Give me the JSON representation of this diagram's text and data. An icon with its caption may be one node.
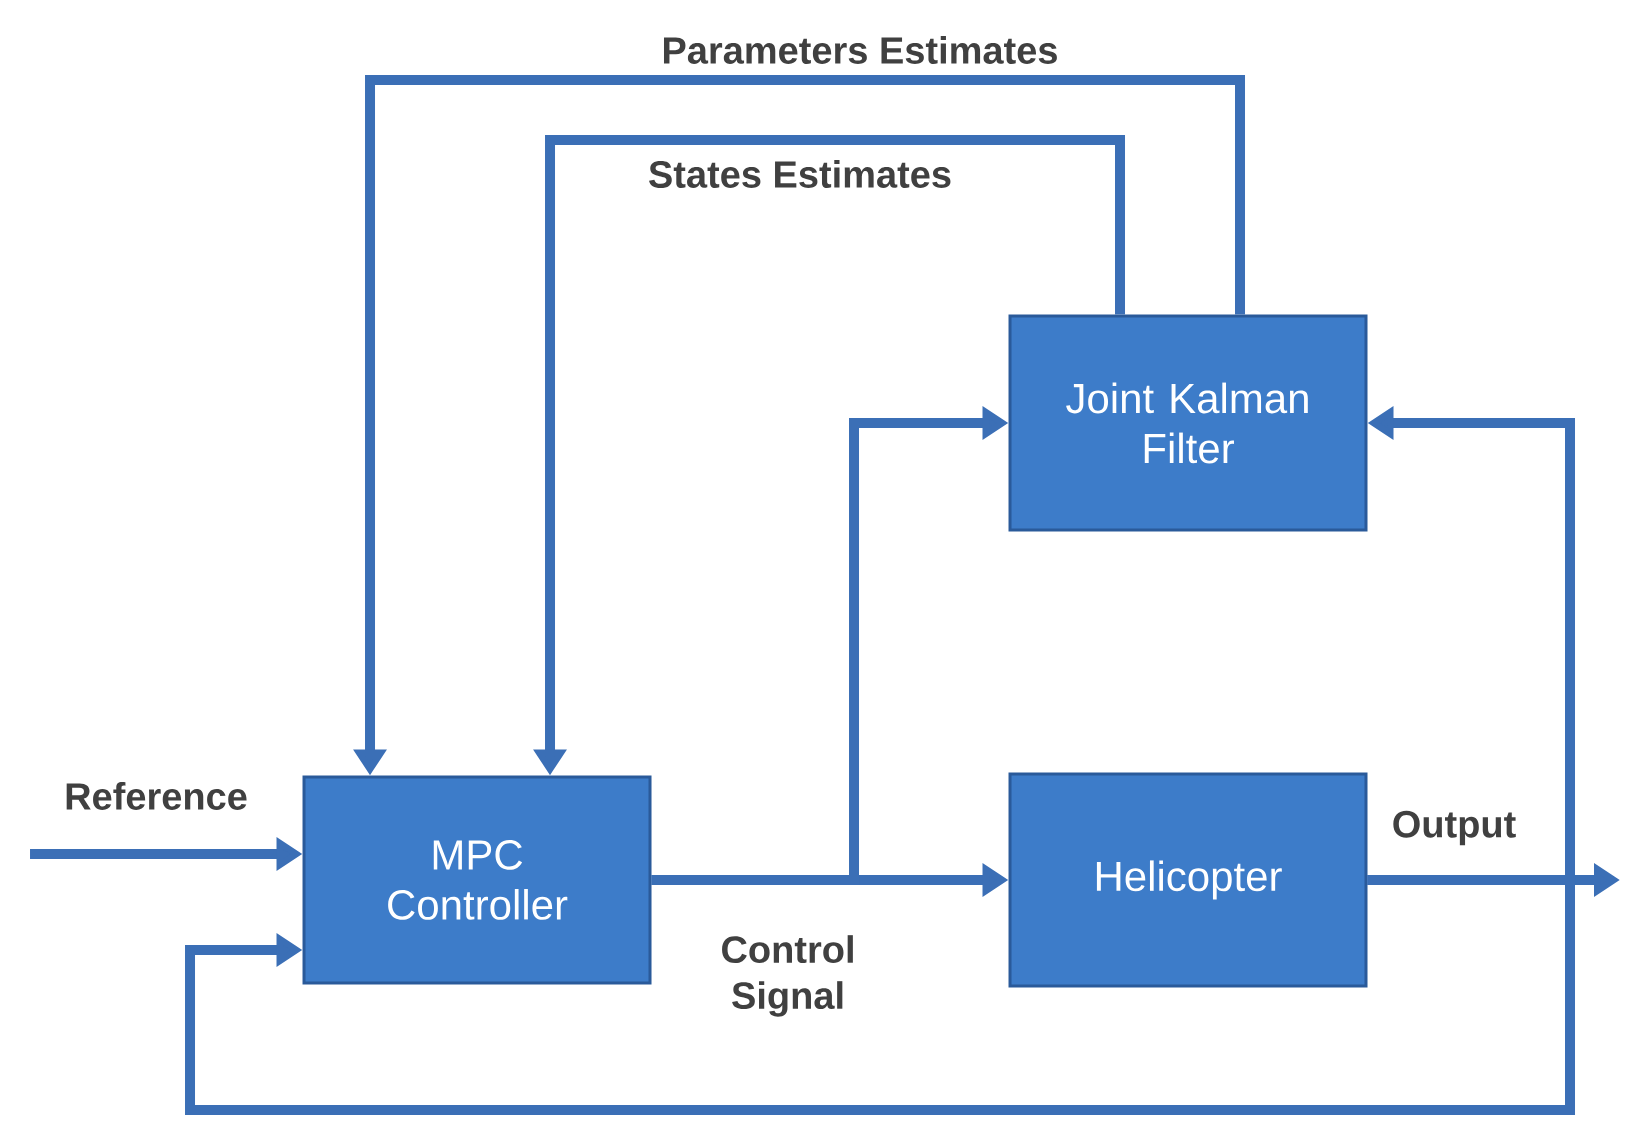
{
  "diagram": {
    "nodes": [
      {
        "text": [
          "MPC Controller"
        ]
      },
      {
        "text": [
          "Helicopter"
        ]
      },
      {
        "text": [
          "Joint Kalman Filter"
        ]
      }
    ],
    "edges": [
      {
        "from": null,
        "to": 0,
        "arrow": "to",
        "label": "Reference"
      },
      {
        "from": 0,
        "to": 1,
        "arrow": "to",
        "label": "Control Signal"
      },
      {
        "from": 0,
        "to": 2,
        "arrow": "to"
      },
      {
        "from": 1,
        "to": null,
        "arrow": "to",
        "label": "Output"
      },
      {
        "from": 1,
        "to": 2,
        "arrow": "to"
      },
      {
        "from": 1,
        "to": 0,
        "arrow": "to"
      },
      {
        "from": 2,
        "to": 0,
        "arrow": "to",
        "label": "Parameters Estimates"
      },
      {
        "from": 2,
        "to": 0,
        "arrow": "to",
        "label": "States Estimates"
      }
    ]
  }
}
